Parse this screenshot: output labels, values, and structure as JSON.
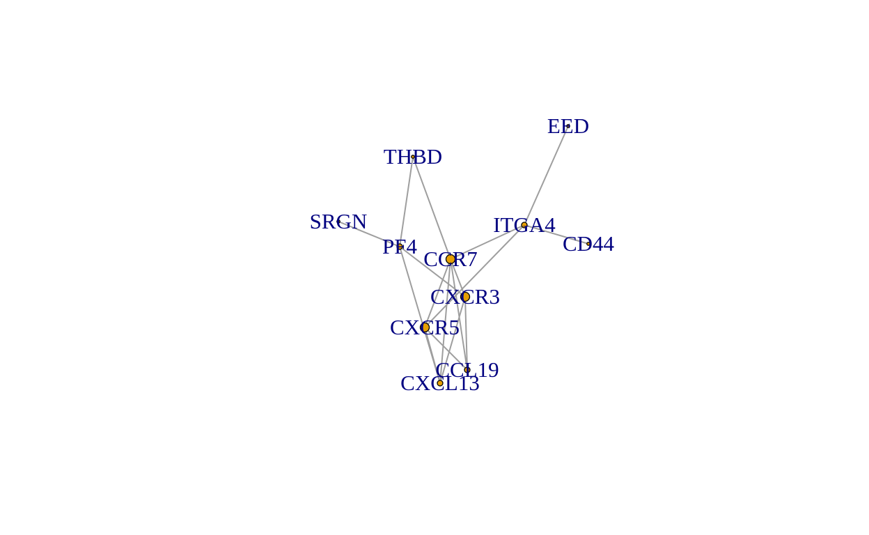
{
  "network": {
    "node_color": "#e69f00",
    "label_color": "#000080",
    "edge_color": "#9e9e9e",
    "nodes": [
      {
        "id": "EED",
        "label": "EED",
        "size": "small"
      },
      {
        "id": "THBD",
        "label": "THBD",
        "size": "small"
      },
      {
        "id": "SRGN",
        "label": "SRGN",
        "size": "small"
      },
      {
        "id": "ITGA4",
        "label": "ITGA4",
        "size": "medium"
      },
      {
        "id": "CD44",
        "label": "CD44",
        "size": "small"
      },
      {
        "id": "PF4",
        "label": "PF4",
        "size": "medium"
      },
      {
        "id": "CCR7",
        "label": "CCR7",
        "size": "large"
      },
      {
        "id": "CXCR3",
        "label": "CXCR3",
        "size": "large"
      },
      {
        "id": "CXCR5",
        "label": "CXCR5",
        "size": "large"
      },
      {
        "id": "CCL19",
        "label": "CCL19",
        "size": "medium"
      },
      {
        "id": "CXCL13",
        "label": "CXCL13",
        "size": "medium"
      }
    ],
    "edges": [
      [
        "EED",
        "ITGA4"
      ],
      [
        "ITGA4",
        "CD44"
      ],
      [
        "ITGA4",
        "CCR7"
      ],
      [
        "ITGA4",
        "CXCR5"
      ],
      [
        "THBD",
        "PF4"
      ],
      [
        "THBD",
        "CCR7"
      ],
      [
        "SRGN",
        "PF4"
      ],
      [
        "PF4",
        "CXCR3"
      ],
      [
        "PF4",
        "CXCL13"
      ],
      [
        "CCR7",
        "CXCR3"
      ],
      [
        "CCR7",
        "CXCR5"
      ],
      [
        "CCR7",
        "CCL19"
      ],
      [
        "CCR7",
        "CXCL13"
      ],
      [
        "CXCR3",
        "CCL19"
      ],
      [
        "CXCR3",
        "CXCL13"
      ],
      [
        "CXCR5",
        "CCL19"
      ],
      [
        "CXCR5",
        "CXCL13"
      ]
    ]
  }
}
